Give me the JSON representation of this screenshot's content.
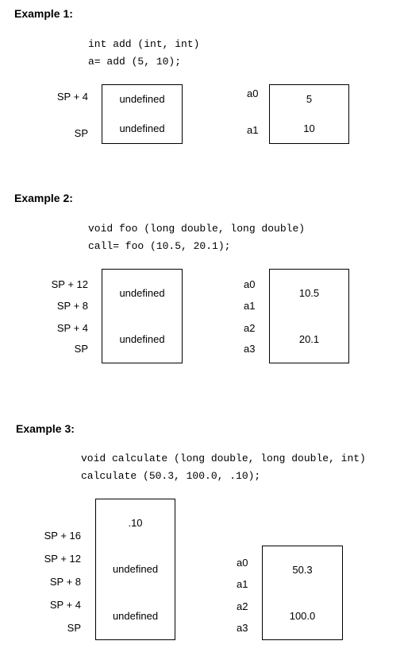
{
  "examples": [
    {
      "title": "Example 1:",
      "code": [
        "int add (int, int)",
        "a= add (5, 10);"
      ],
      "stack_labels": [
        "SP + 4",
        "SP"
      ],
      "stack_cells": [
        "undefined",
        "undefined"
      ],
      "reg_labels": [
        "a0",
        "a1"
      ],
      "reg_cells": [
        "5",
        "10"
      ]
    },
    {
      "title": "Example 2:",
      "code": [
        "void foo (long double, long double)",
        "call= foo (10.5, 20.1);"
      ],
      "stack_labels": [
        "SP + 12",
        "SP + 8",
        "SP + 4",
        "SP"
      ],
      "stack_cells": [
        "undefined",
        "undefined"
      ],
      "reg_labels": [
        "a0",
        "a1",
        "a2",
        "a3"
      ],
      "reg_cells": [
        "10.5",
        "20.1"
      ]
    },
    {
      "title": "Example 3:",
      "code": [
        "void calculate (long double, long double, int)",
        "calculate (50.3, 100.0, .10);"
      ],
      "stack_labels": [
        "SP + 16",
        "SP + 12",
        "SP + 8",
        "SP + 4",
        "SP"
      ],
      "stack_cells": [
        ".10",
        "undefined",
        "undefined"
      ],
      "reg_labels": [
        "a0",
        "a1",
        "a2",
        "a3"
      ],
      "reg_cells": [
        "50.3",
        "100.0"
      ]
    }
  ]
}
